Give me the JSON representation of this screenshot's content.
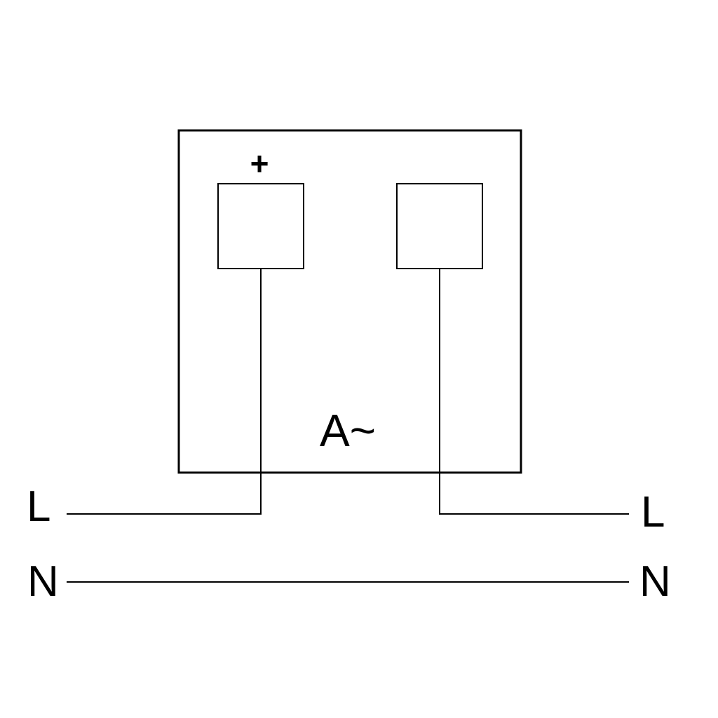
{
  "meter": {
    "unit_label": "A~",
    "polarity_label": "+"
  },
  "lines": {
    "input_live": "L",
    "output_live": "L",
    "input_neutral": "N",
    "output_neutral": "N"
  },
  "colors": {
    "stroke": "#000000",
    "background": "#ffffff"
  }
}
